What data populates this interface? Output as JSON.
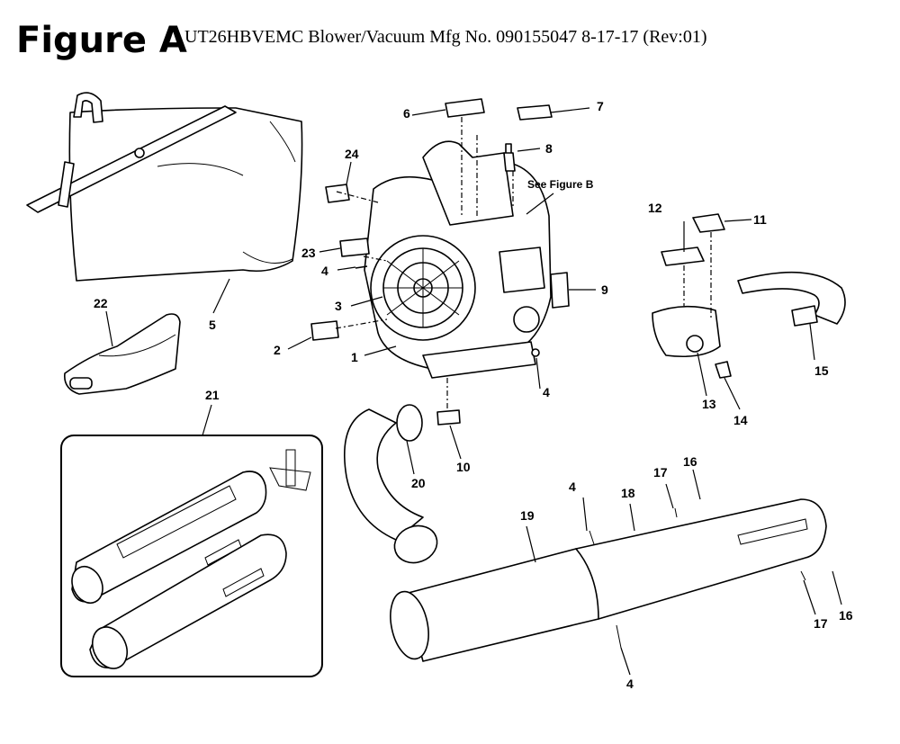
{
  "header": {
    "title": "Figure A",
    "subtitle": "UT26HBVEMC Blower/Vacuum Mfg No. 090155047 8-17-17 (Rev:01)"
  },
  "callouts": {
    "p1": "1",
    "p2": "2",
    "p3": "3",
    "p4a": "4",
    "p4b": "4",
    "p4c": "4",
    "p4d": "4",
    "p5": "5",
    "p6": "6",
    "p7": "7",
    "p8": "8",
    "p9": "9",
    "p10": "10",
    "p11": "11",
    "p12": "12",
    "p13": "13",
    "p14": "14",
    "p15": "15",
    "p16a": "16",
    "p16b": "16",
    "p17a": "17",
    "p17b": "17",
    "p18": "18",
    "p19": "19",
    "p20": "20",
    "p21": "21",
    "p22": "22",
    "p23": "23",
    "p24": "24"
  },
  "notes": {
    "see_figure_b": "See Figure B"
  }
}
